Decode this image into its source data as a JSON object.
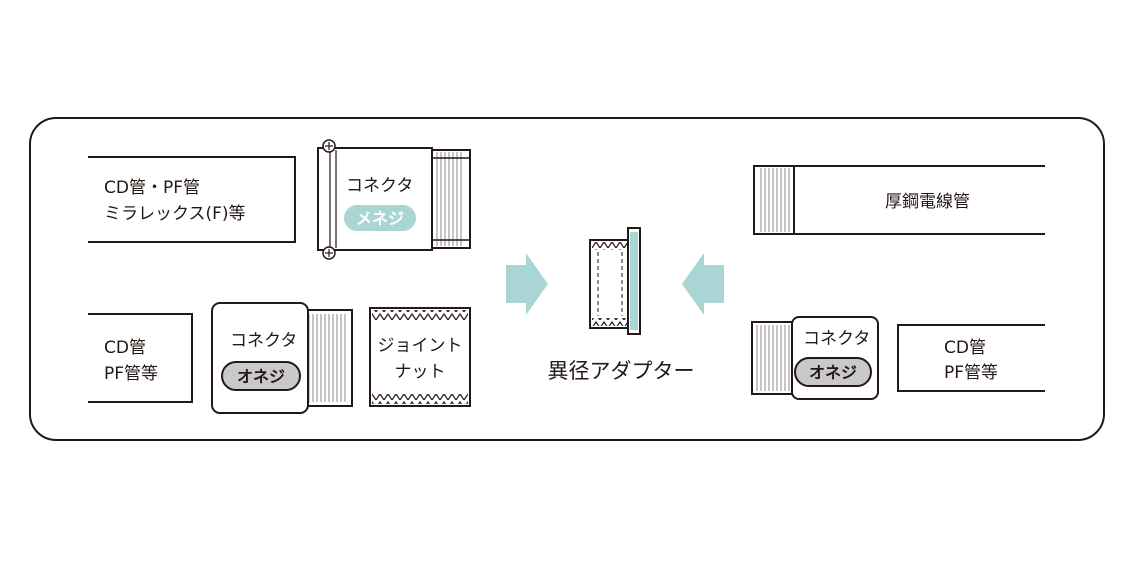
{
  "colors": {
    "ink": "#231815",
    "accent": "#a9d5d5",
    "thread": "#bfbfbf",
    "pill_grey": "#c9c9c9",
    "background": "#ffffff"
  },
  "labels": {
    "cd_pf_mirallex_line1": "CD管・PF管",
    "cd_pf_mirallex_line2": "ミラレックス(F)等",
    "connector_top": "コネクタ",
    "connector_top_badge": "メネジ",
    "cd_pf_left_line1": "CD管",
    "cd_pf_left_line2": "PF管等",
    "connector_left": "コネクタ",
    "connector_left_badge": "オネジ",
    "joint_nut_line1": "ジョイント",
    "joint_nut_line2": "ナット",
    "adapter_title": "異径アダプター",
    "thick_steel_conduit": "厚鋼電線管",
    "connector_right": "コネクタ",
    "connector_right_badge": "オネジ",
    "cd_pf_right_line1": "CD管",
    "cd_pf_right_line2": "PF管等"
  },
  "icons": {
    "arrow_left_side": "right-arrow-icon",
    "arrow_right_side": "left-arrow-icon",
    "screw": "screw-icon"
  }
}
